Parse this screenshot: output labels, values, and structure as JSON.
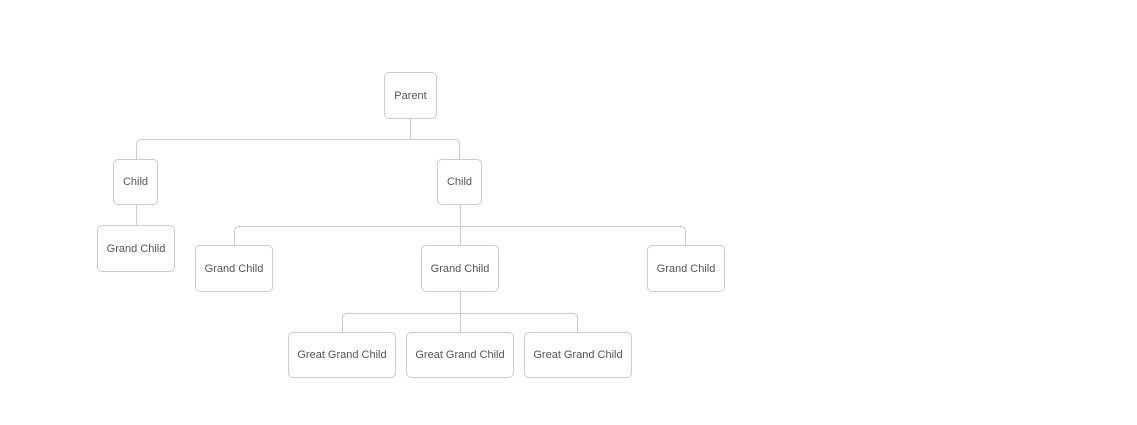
{
  "tree": {
    "parent": "Parent",
    "children": [
      "Child",
      "Child"
    ],
    "grand_children": [
      "Grand Child",
      "Grand Child",
      "Grand Child",
      "Grand Child"
    ],
    "great_grand_children": [
      "Great Grand Child",
      "Great Grand Child",
      "Great Grand Child"
    ]
  },
  "colors": {
    "node_border": "#cccccc",
    "connector": "#cccccc",
    "text": "#555555",
    "background": "#ffffff"
  }
}
